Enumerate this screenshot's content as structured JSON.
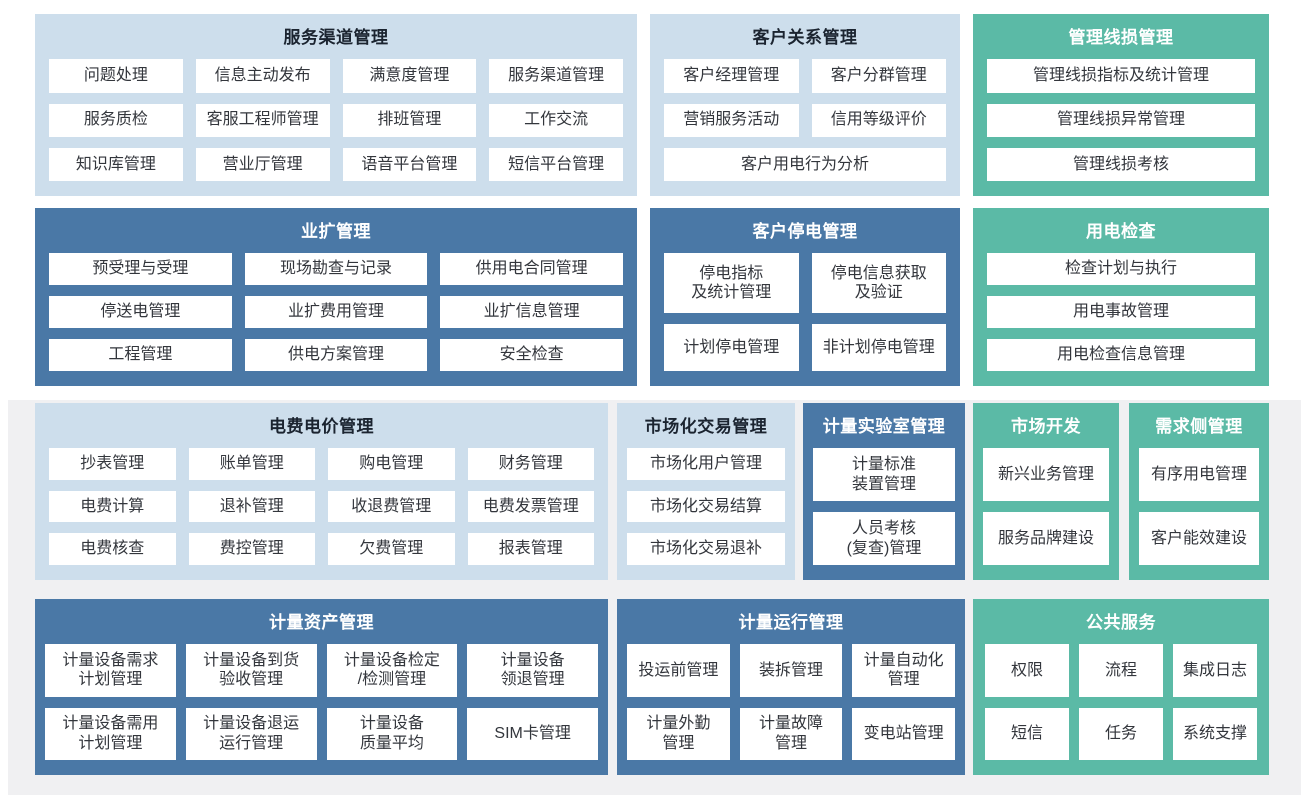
{
  "palette": {
    "light_blue": "#cddeec",
    "dark_blue": "#4a78a6",
    "teal": "#5bbaa6",
    "panel_gray": "#f0f0f2",
    "box_white": "#ffffff",
    "header_dark_text": "#1b2430",
    "item_text": "#33363c"
  },
  "blocks": [
    {
      "key": "service-channel",
      "title": "服务渠道管理",
      "theme": "light",
      "items": [
        "问题处理",
        "信息主动发布",
        "满意度管理",
        "服务渠道管理",
        "服务质检",
        "客服工程师管理",
        "排班管理",
        "工作交流",
        "知识库管理",
        "营业厅管理",
        "语音平台管理",
        "短信平台管理"
      ]
    },
    {
      "key": "customer-relation",
      "title": "客户关系管理",
      "theme": "light",
      "items": [
        "客户经理管理",
        "客户分群管理",
        "营销服务活动",
        "信用等级评价",
        "客户用电行为分析"
      ]
    },
    {
      "key": "line-loss",
      "title": "管理线损管理",
      "theme": "teal",
      "items": [
        "管理线损指标及统计管理",
        "管理线损异常管理",
        "管理线损考核"
      ]
    },
    {
      "key": "business-expansion",
      "title": "业扩管理",
      "theme": "dark",
      "items": [
        "预受理与受理",
        "现场勘查与记录",
        "供用电合同管理",
        "停送电管理",
        "业扩费用管理",
        "业扩信息管理",
        "工程管理",
        "供电方案管理",
        "安全检查"
      ]
    },
    {
      "key": "outage",
      "title": "客户停电管理",
      "theme": "dark",
      "items": [
        "停电指标\n及统计管理",
        "停电信息获取\n及验证",
        "计划停电管理",
        "非计划停电管理"
      ]
    },
    {
      "key": "power-inspection",
      "title": "用电检查",
      "theme": "teal",
      "items": [
        "检查计划与执行",
        "用电事故管理",
        "用电检查信息管理"
      ]
    },
    {
      "key": "billing",
      "title": "电费电价管理",
      "theme": "light",
      "items": [
        "抄表管理",
        "账单管理",
        "购电管理",
        "财务管理",
        "电费计算",
        "退补管理",
        "收退费管理",
        "电费发票管理",
        "电费核查",
        "费控管理",
        "欠费管理",
        "报表管理"
      ]
    },
    {
      "key": "market-trade",
      "title": "市场化交易管理",
      "theme": "light",
      "items": [
        "市场化用户管理",
        "市场化交易结算",
        "市场化交易退补"
      ]
    },
    {
      "key": "metering-lab",
      "title": "计量实验室管理",
      "theme": "dark",
      "items": [
        "计量标准\n装置管理",
        "人员考核\n(复查)管理"
      ]
    },
    {
      "key": "market-dev",
      "title": "市场开发",
      "theme": "teal",
      "items": [
        "新兴业务管理",
        "服务品牌建设"
      ]
    },
    {
      "key": "demand-side",
      "title": "需求侧管理",
      "theme": "teal",
      "items": [
        "有序用电管理",
        "客户能效建设"
      ]
    },
    {
      "key": "metering-asset",
      "title": "计量资产管理",
      "theme": "dark",
      "items": [
        "计量设备需求\n计划管理",
        "计量设备到货\n验收管理",
        "计量设备检定\n/检测管理",
        "计量设备\n领退管理",
        "计量设备需用\n计划管理",
        "计量设备退运\n运行管理",
        "计量设备\n质量平均",
        "SIM卡管理"
      ]
    },
    {
      "key": "metering-operation",
      "title": "计量运行管理",
      "theme": "dark",
      "items": [
        "投运前管理",
        "装拆管理",
        "计量自动化\n管理",
        "计量外勤\n管理",
        "计量故障\n管理",
        "变电站管理"
      ]
    },
    {
      "key": "public-service",
      "title": "公共服务",
      "theme": "teal",
      "items": [
        "权限",
        "流程",
        "集成日志",
        "短信",
        "任务",
        "系统支撑"
      ]
    }
  ]
}
